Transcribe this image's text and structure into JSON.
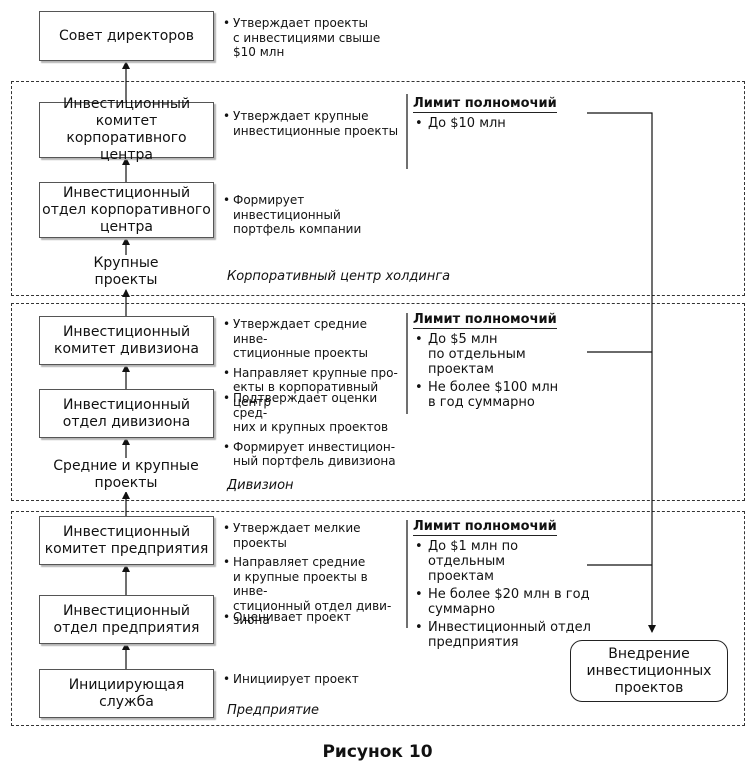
{
  "board": {
    "box": "Совет директоров",
    "notes": [
      "Утверждает проекты\nс инвестициями свыше\n$10 млн"
    ]
  },
  "corporate": {
    "zone_label": "Корпоративный центр холдинга",
    "committee": {
      "box": "Инвестиционный\nкомитет\nкорпоративного центра",
      "notes": [
        "Утверждает крупные\nинвестиционные проекты"
      ]
    },
    "department": {
      "box": "Инвестиционный\nотдел корпоративного\nцентра",
      "notes": [
        "Формирует\nинвестиционный\nпортфель компании"
      ]
    },
    "flow_label": "Крупные\nпроекты",
    "limit": {
      "title": "Лимит полномочий",
      "items": [
        "До $10 млн"
      ]
    }
  },
  "division": {
    "zone_label": "Дивизион",
    "committee": {
      "box": "Инвестиционный\nкомитет дивизиона",
      "notes": [
        "Утверждает средние инве-\nстиционные проекты",
        "Направляет крупные про-\nекты в корпоративный центр"
      ]
    },
    "department": {
      "box": "Инвестиционный\nотдел дивизиона",
      "notes": [
        "Подтверждает оценки сред-\nних и крупных проектов",
        "Формирует инвестицион-\nный портфель дивизиона"
      ]
    },
    "flow_label": "Средние и крупные\nпроекты",
    "limit": {
      "title": "Лимит полномочий",
      "items": [
        "До $5 млн\nпо отдельным\nпроектам",
        "Не более $100 млн\nв год суммарно"
      ]
    }
  },
  "enterprise": {
    "zone_label": "Предприятие",
    "committee": {
      "box": "Инвестиционный\nкомитет предприятия",
      "notes": [
        "Утверждает мелкие проекты",
        "Направляет средние\nи крупные проекты в инве-\nстиционный отдел диви-\nзиона"
      ]
    },
    "department": {
      "box": "Инвестиционный\nотдел предприятия",
      "notes": [
        "Оценивает проект"
      ]
    },
    "initiator": {
      "box": "Инициирующая\nслужба",
      "notes": [
        "Инициирует проект"
      ]
    },
    "limit": {
      "title": "Лимит полномочий",
      "items": [
        "До $1 млн по отдельным\nпроектам",
        "Не более $20 млн в год\nсуммарно",
        "Инвестиционный отдел\nпредприятия"
      ]
    }
  },
  "implementation": {
    "box": "Внедрение\nинвестиционных\nпроектов"
  },
  "caption": "Рисунок 10"
}
